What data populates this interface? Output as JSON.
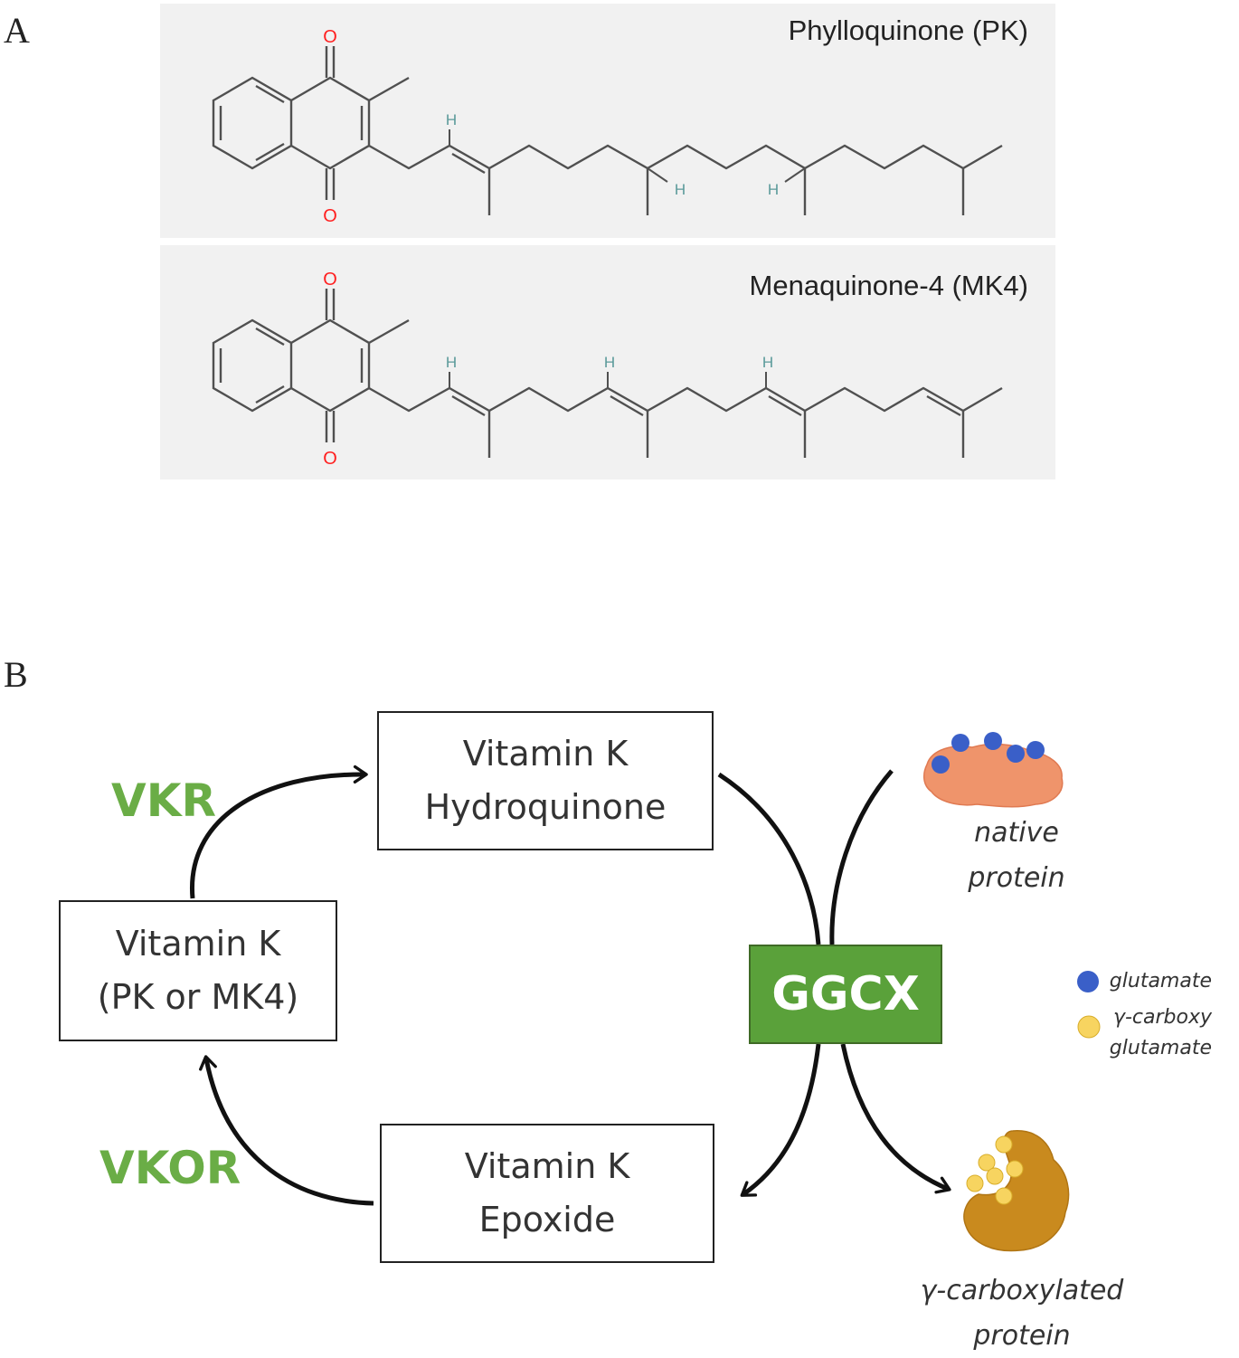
{
  "panel_a": {
    "label": "A",
    "molecules": [
      {
        "name": "Phylloquinone (PK)"
      },
      {
        "name": "Menaquinone-4 (MK4)"
      }
    ],
    "atom_labels": {
      "oxygen": "O",
      "hydrogen": "H"
    }
  },
  "panel_b": {
    "label": "B",
    "boxes": {
      "hydroquinone": [
        "Vitamin K",
        "Hydroquinone"
      ],
      "vitamin_k": [
        "Vitamin K",
        "(PK or MK4)"
      ],
      "epoxide": [
        "Vitamin K",
        "Epoxide"
      ]
    },
    "enzymes": {
      "vkr": "VKR",
      "vkor": "VKOR",
      "ggcx": "GGCX"
    },
    "native_protein": [
      "native",
      "protein"
    ],
    "carboxylated_protein": [
      "γ-carboxylated",
      "protein"
    ],
    "legend": {
      "glutamate": "glutamate",
      "gamma_carboxy": [
        "γ-carboxy",
        "glutamate"
      ]
    }
  },
  "colors": {
    "enzyme_green": "#6aad46",
    "ggcx_fill": "#5aa13a",
    "oxygen_red": "#ff2020",
    "hydrogen_teal": "#5a9a9a",
    "bond_gray": "#505050",
    "glutamate_blue": "#3a5fc8",
    "carboxy_yellow": "#f7d460",
    "native_protein": "#ef946b",
    "carboxylated_protein": "#c98a1e"
  }
}
